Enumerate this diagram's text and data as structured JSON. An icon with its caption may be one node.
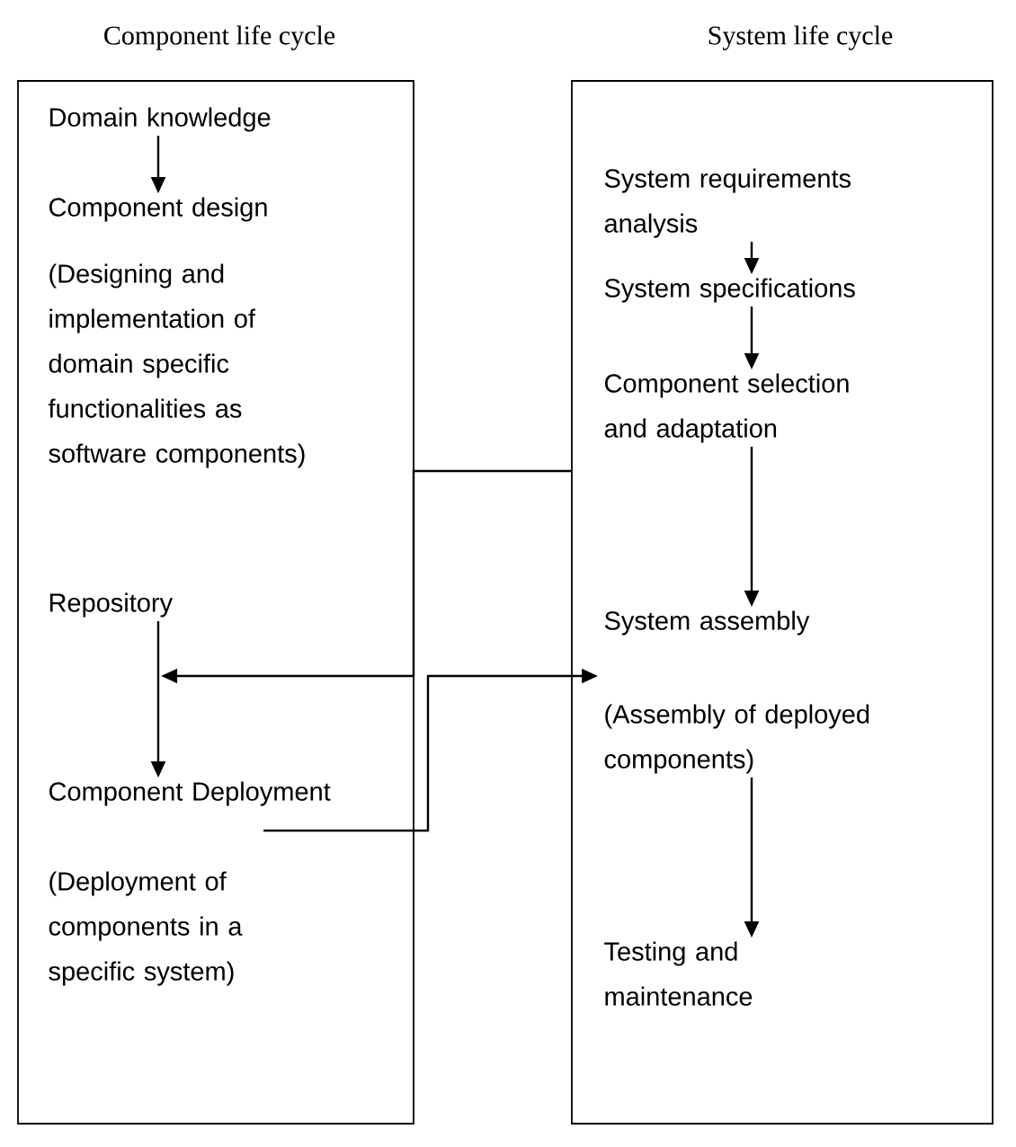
{
  "diagram": {
    "nodes": [
      {
        "text": [
          "Component life cycle"
        ]
      },
      {
        "text": [
          "Domain knowledge"
        ],
        "in": 0
      },
      {
        "text": [
          "Component design",
          "(Designing and implementation of domain specific functionalities as software components)"
        ],
        "in": 0
      },
      {
        "text": [
          "Repository"
        ],
        "in": 0
      },
      {
        "text": [
          "Component Deployment",
          "(Deployment of components in a specific system)"
        ],
        "in": 0
      },
      {
        "text": [
          "System life cycle"
        ]
      },
      {
        "text": [
          "System requirements analysis"
        ],
        "in": 5
      },
      {
        "text": [
          "System specifications"
        ],
        "in": 5
      },
      {
        "text": [
          "Component selection and adaptation"
        ],
        "in": 5
      },
      {
        "text": [
          "System assembly",
          "(Assembly of deployed components)"
        ],
        "in": 5
      },
      {
        "text": [
          "Testing and maintenance"
        ],
        "in": 5
      }
    ],
    "edges": [
      {
        "from": 1,
        "to": 2,
        "arrow": "to"
      },
      {
        "from": 3,
        "to": 4,
        "arrow": "to"
      },
      {
        "from": 6,
        "to": 7,
        "arrow": "to"
      },
      {
        "from": 7,
        "to": 8,
        "arrow": "to"
      },
      {
        "from": 8,
        "to": 9,
        "arrow": "to"
      },
      {
        "from": 9,
        "to": 10,
        "arrow": "to"
      },
      {
        "from": 8,
        "to": 3,
        "arrow": "to"
      },
      {
        "from": 4,
        "to": 9,
        "arrow": "to"
      }
    ]
  }
}
